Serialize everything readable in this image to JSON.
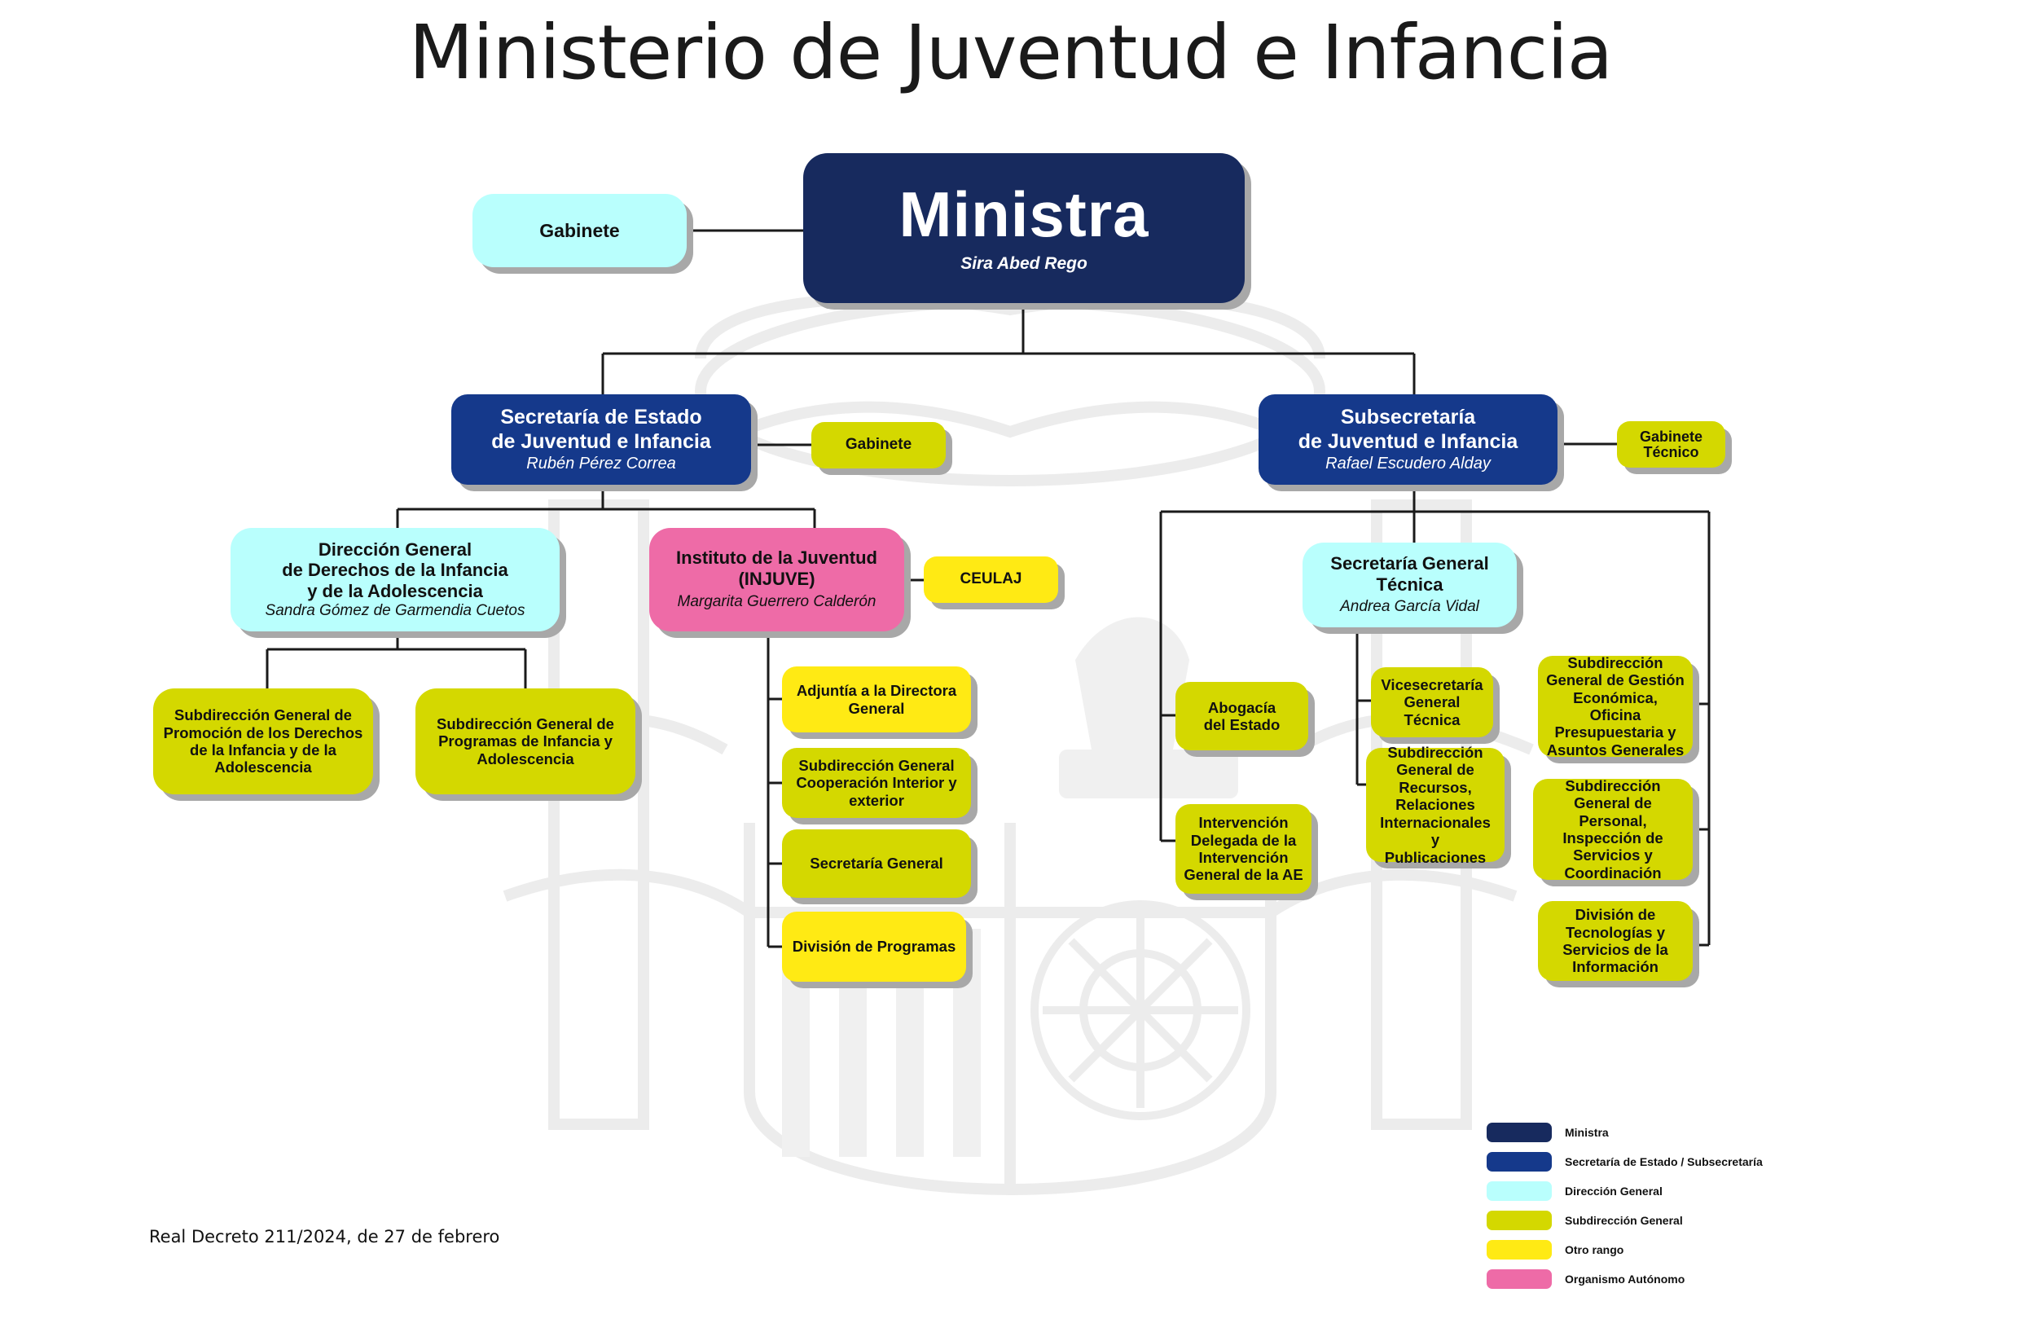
{
  "title": "Ministerio de Juventud e Infancia",
  "nodes": {
    "ministra": {
      "title": "Ministra",
      "name": "Sira Abed Rego"
    },
    "gabinete_ministra": {
      "title": "Gabinete"
    },
    "secretaria_estado": {
      "title_1": "Secretaría de Estado",
      "title_2": "de Juventud e Infancia",
      "name": "Rubén Pérez Correa"
    },
    "gabinete_se": {
      "title": "Gabinete"
    },
    "subsecretaria": {
      "title_1": "Subsecretaría",
      "title_2": "de Juventud e Infancia",
      "name": "Rafael Escudero Alday"
    },
    "gabinete_tecnico": {
      "title_1": "Gabinete",
      "title_2": "Técnico"
    },
    "dg_derechos": {
      "title_1": "Dirección General",
      "title_2": "de Derechos de la Infancia",
      "title_3": "y de la Adolescencia",
      "name": "Sandra Gómez de Garmendia Cuetos"
    },
    "injuve": {
      "title_1": "Instituto de la Juventud",
      "title_2": "(INJUVE)",
      "name": "Margarita Guerrero Calderón"
    },
    "ceulaj": {
      "title": "CEULAJ"
    },
    "sg_promocion": {
      "lines": [
        "Subdirección General de",
        "Promoción de los Derechos",
        "de la Infancia y de la",
        "Adolescencia"
      ]
    },
    "sg_programas": {
      "lines": [
        "Subdirección General de",
        "Programas de Infancia y",
        "Adolescencia"
      ]
    },
    "adjuntia": {
      "lines": [
        "Adjuntía a la Directora",
        "General"
      ]
    },
    "sg_cooperacion": {
      "lines": [
        "Subdirección General",
        "Cooperación Interior y",
        "exterior"
      ]
    },
    "secretaria_general": {
      "lines": [
        "Secretaría General"
      ]
    },
    "division_programas": {
      "lines": [
        "División de Programas"
      ]
    },
    "sgt": {
      "title_1": "Secretaría General",
      "title_2": "Técnica",
      "name": "Andrea García Vidal"
    },
    "abogacia": {
      "lines": [
        "Abogacía",
        "del Estado"
      ]
    },
    "intervencion": {
      "lines": [
        "Intervención",
        "Delegada de la",
        "Intervención",
        "General de la AE"
      ]
    },
    "vicesecretaria": {
      "lines": [
        "Vicesecretaría",
        "General",
        "Técnica"
      ]
    },
    "sg_recursos": {
      "lines": [
        "Subdirección",
        "General de",
        "Recursos,",
        "Relaciones",
        "Internacionales y",
        "Publicaciones"
      ]
    },
    "sg_gestion": {
      "lines": [
        "Subdirección",
        "General de Gestión",
        "Económica, Oficina",
        "Presupuestaria y",
        "Asuntos Generales"
      ]
    },
    "sg_personal": {
      "lines": [
        "Subdirección",
        "General de Personal,",
        "Inspección de",
        "Servicios y",
        "Coordinación"
      ]
    },
    "division_tecnologias": {
      "lines": [
        "División de",
        "Tecnologías y",
        "Servicios de la",
        "Información"
      ]
    }
  },
  "legend": [
    {
      "label": "Ministra",
      "color": "#172a5e"
    },
    {
      "label": "Secretaría de Estado / Subsecretaría",
      "color": "#15398b"
    },
    {
      "label": "Dirección General",
      "color": "#b9fffd"
    },
    {
      "label": "Subdirección General",
      "color": "#d4d800"
    },
    {
      "label": "Otro rango",
      "color": "#ffea14"
    },
    {
      "label": "Organismo Autónomo",
      "color": "#ee6ba7"
    }
  ],
  "footnote": "Real Decreto 211/2024, de 27 de febrero"
}
